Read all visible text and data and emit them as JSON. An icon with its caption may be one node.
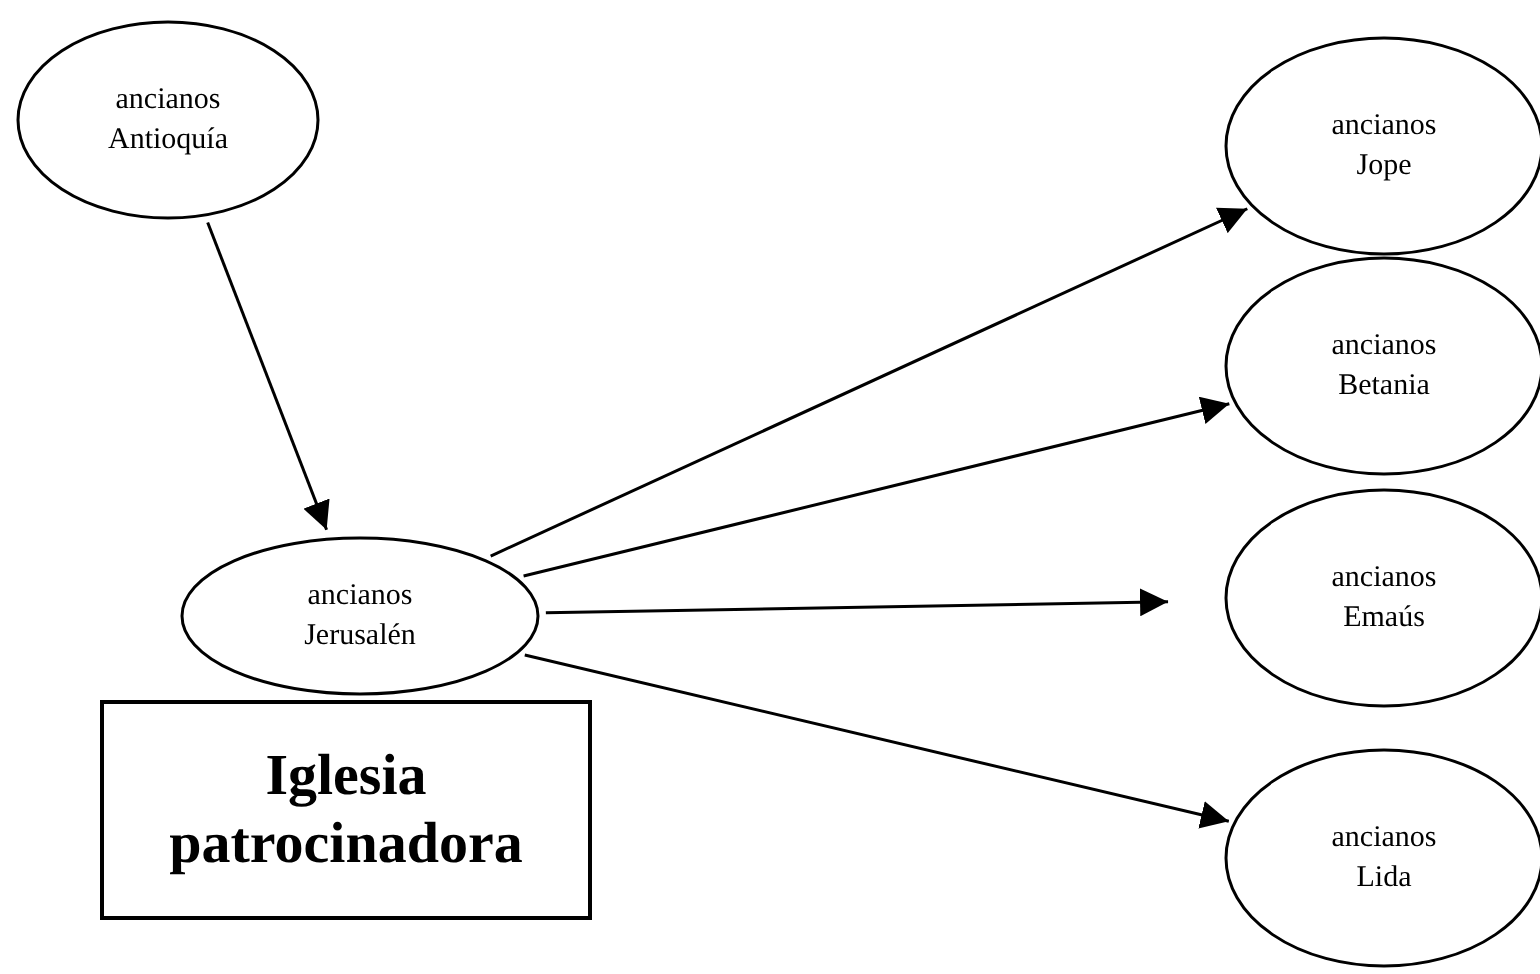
{
  "diagram": {
    "nodes": [
      {
        "text": [
          "ancianos Antioquía"
        ]
      },
      {
        "text": [
          "ancianos Jerusalén"
        ]
      },
      {
        "text": [
          "ancianos Jope"
        ]
      },
      {
        "text": [
          "ancianos Betania"
        ]
      },
      {
        "text": [
          "ancianos Emaús"
        ]
      },
      {
        "text": [
          "ancianos Lida"
        ]
      },
      {
        "text": [
          "Iglesia patrocinadora"
        ]
      }
    ],
    "edges": [
      {
        "from": 0,
        "to": 1,
        "arrow": "to"
      },
      {
        "from": 1,
        "to": 2,
        "arrow": "to"
      },
      {
        "from": 1,
        "to": 3,
        "arrow": "to"
      },
      {
        "from": 1,
        "to": 4,
        "arrow": "to"
      },
      {
        "from": 1,
        "to": 5,
        "arrow": "to"
      }
    ]
  }
}
